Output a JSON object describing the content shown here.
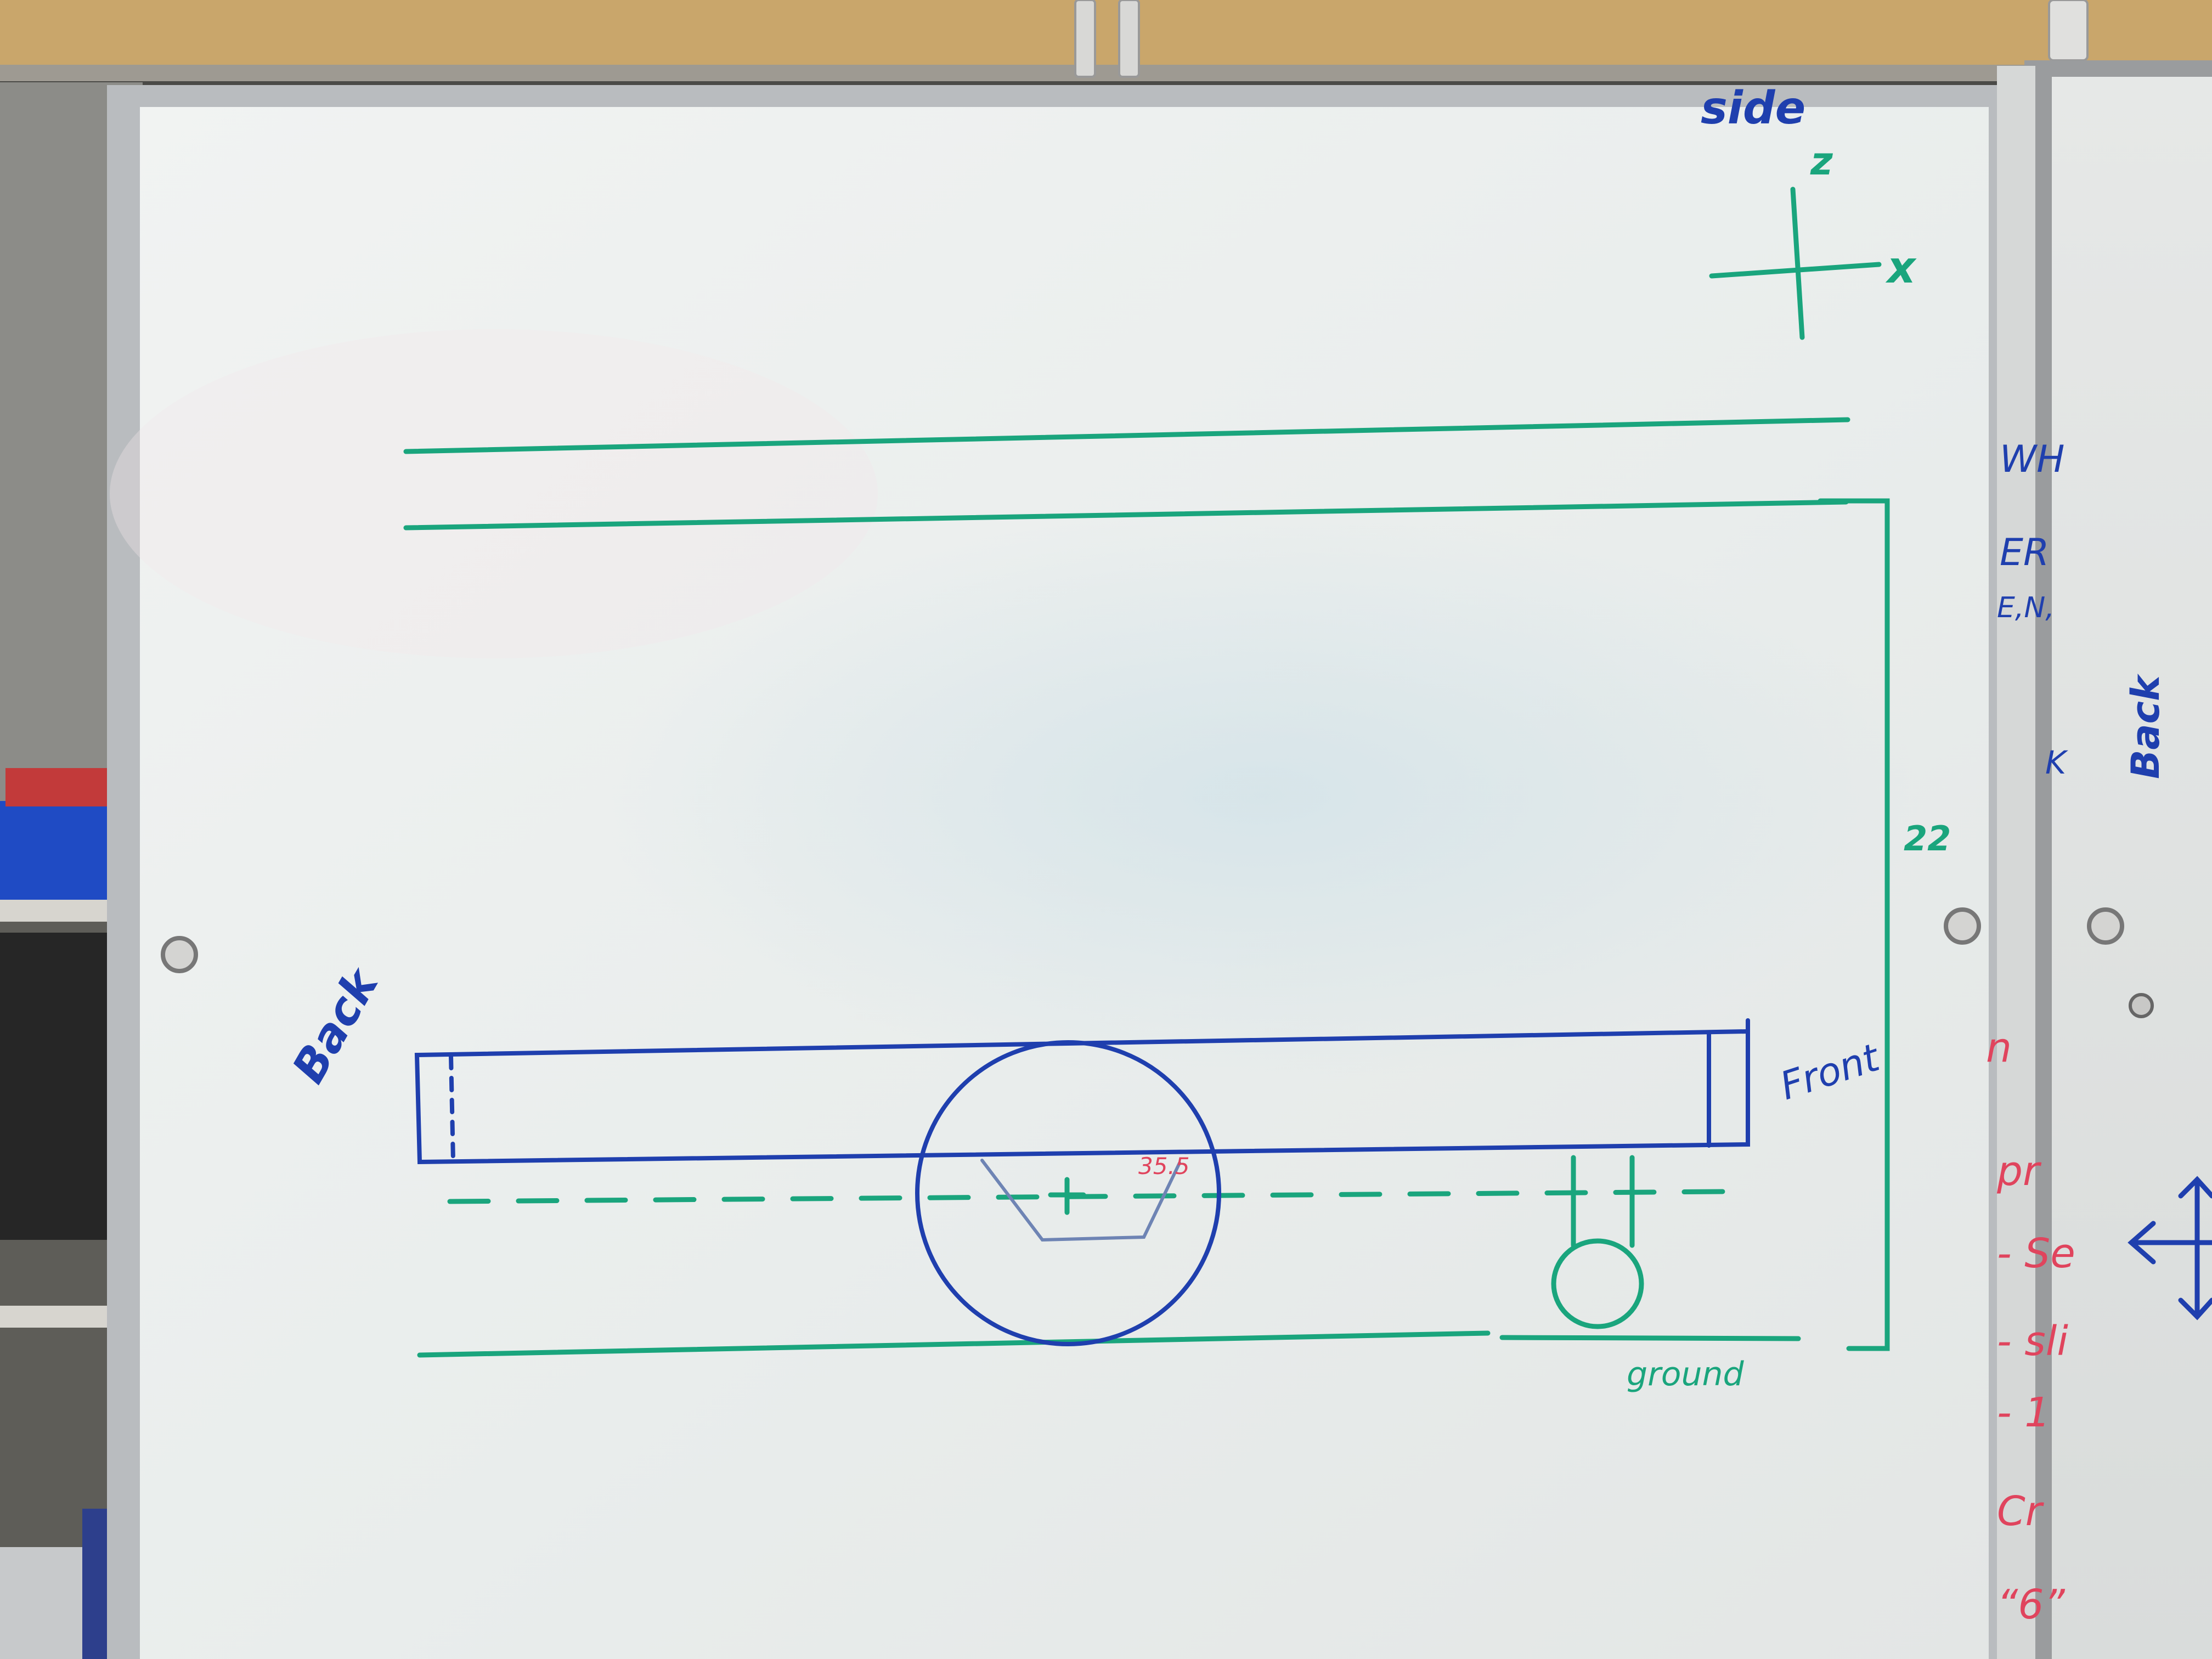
{
  "labels": {
    "side": "side",
    "z_axis": "z",
    "x_axis": "x",
    "back_left": "Back",
    "front": "Front",
    "height_dim": "22",
    "ground": "ground",
    "wheel_dim": "35.5"
  },
  "right_board": {
    "fragments": [
      "WH",
      "ER",
      "E,N,",
      "K"
    ],
    "back": "Back",
    "red_fragments": [
      "n",
      "pr",
      "- Se",
      "- sli",
      "- 1",
      "Cr",
      "“6”"
    ]
  },
  "colors": {
    "green_marker": "#1aa57d",
    "blue_marker": "#1f3fae",
    "red_marker": "#e0445d",
    "board_white": "#eef1ef",
    "frame_gray": "#b9bcbf",
    "cork": "#c9a66b"
  }
}
